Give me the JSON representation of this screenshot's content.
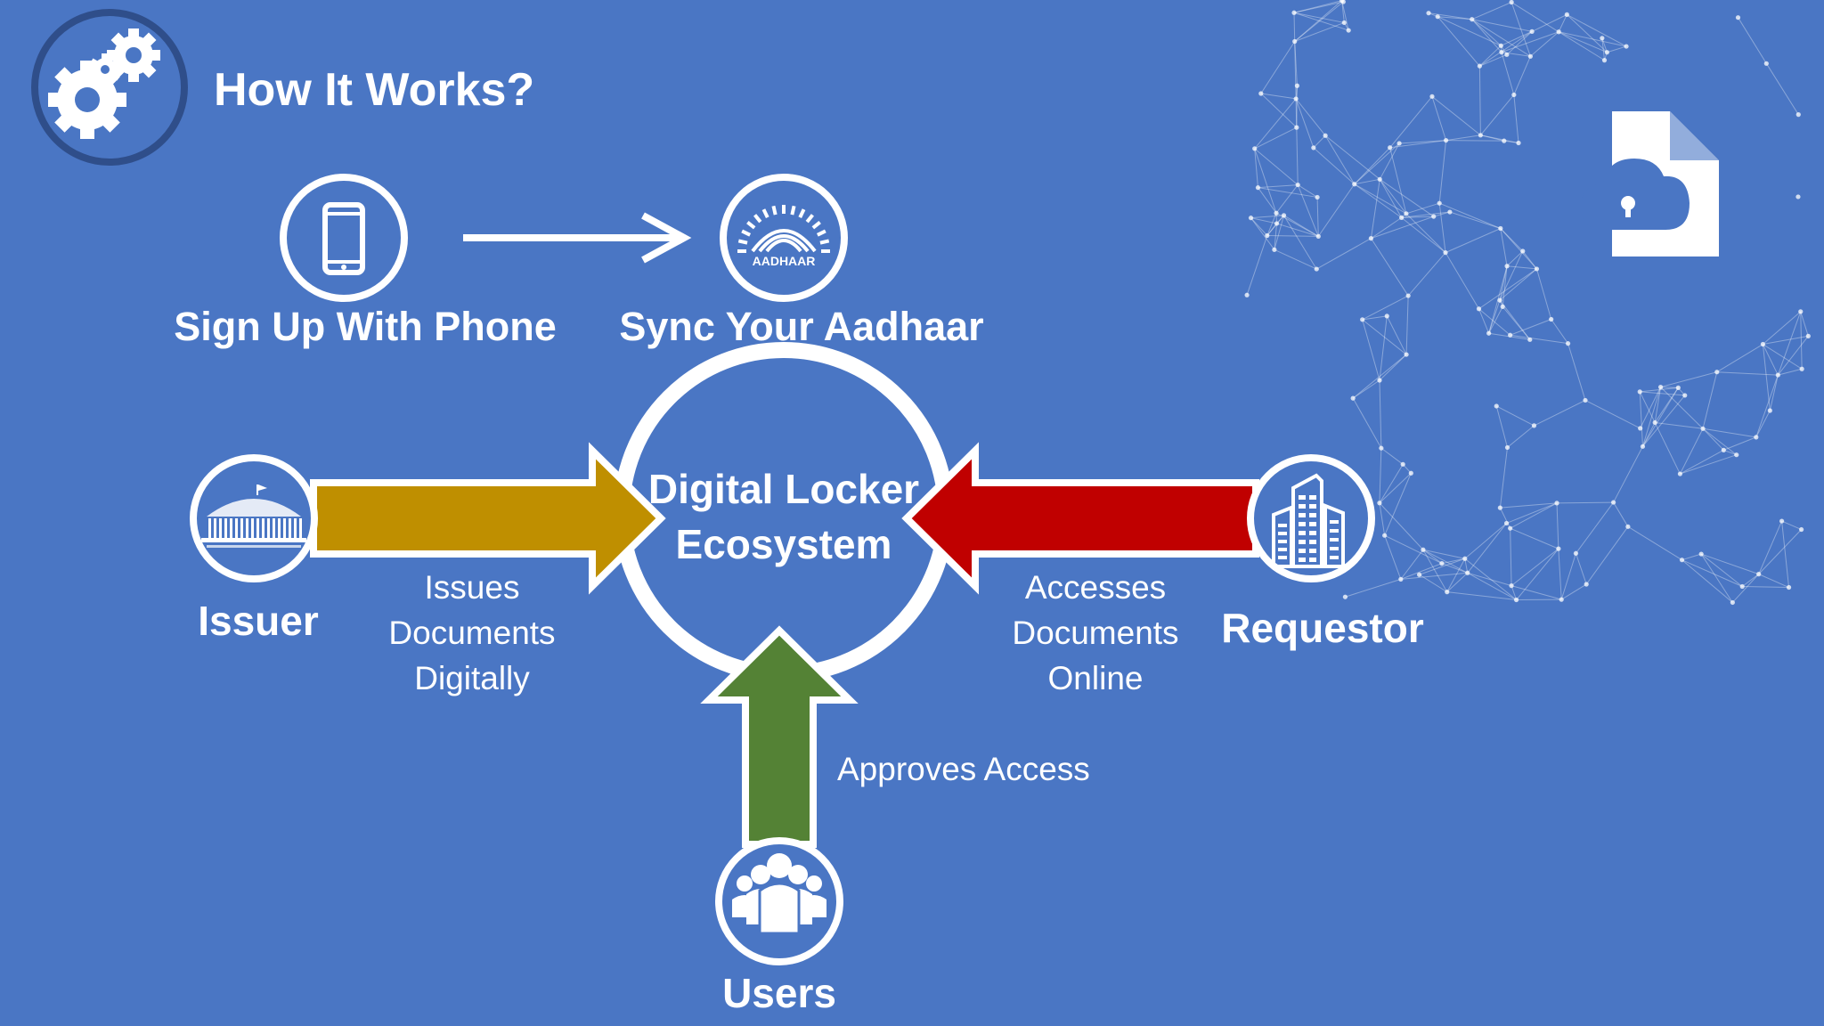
{
  "title": "How It Works?",
  "steps": {
    "signup_label": "Sign Up With Phone",
    "sync_label": "Sync Your Aadhaar",
    "aadhaar_logo_text": "AADHAAR"
  },
  "center": {
    "line1": "Digital Locker",
    "line2": "Ecosystem"
  },
  "issuer": {
    "label": "Issuer",
    "action_lines": [
      "Issues",
      "Documents",
      "Digitally"
    ],
    "arrow_color": "#bf8f00"
  },
  "requestor": {
    "label": "Requestor",
    "action_lines": [
      "Accesses",
      "Documents",
      "Online"
    ],
    "arrow_color": "#c00000"
  },
  "users": {
    "label": "Users",
    "action": "Approves Access",
    "arrow_color": "#548235"
  },
  "colors": {
    "background": "#4a76c4",
    "foreground": "#ffffff",
    "ring": "#2f4e8a"
  },
  "icons": {
    "title": "gears-icon",
    "signup": "phone-icon",
    "sync": "aadhaar-logo-icon",
    "issuer": "parliament-icon",
    "requestor": "buildings-icon",
    "users": "users-group-icon",
    "decor": "cloud-lock-document-icon"
  }
}
